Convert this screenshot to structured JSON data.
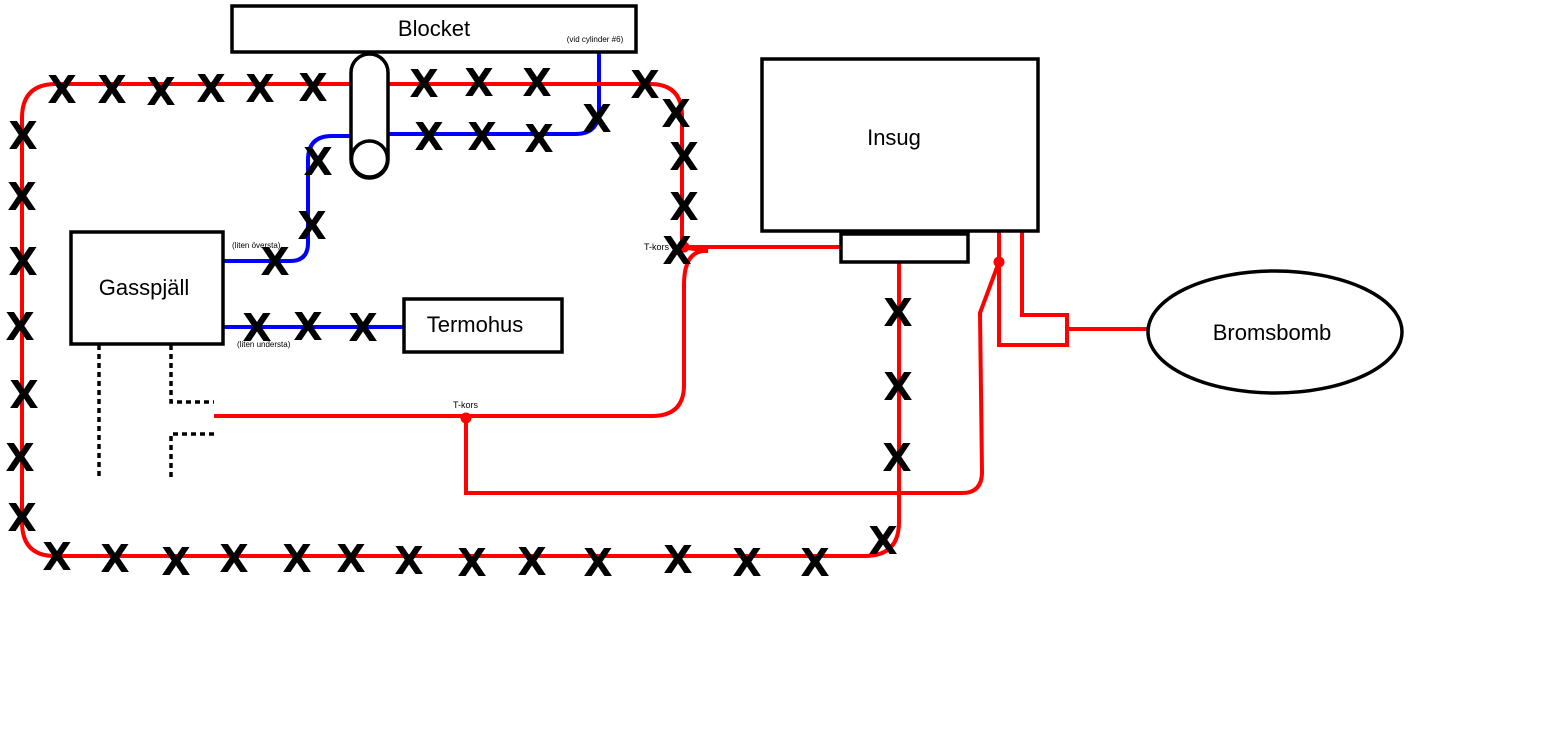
{
  "components": {
    "blocket": "Blocket",
    "blocket_note": "(vid cylinder #6)",
    "insug": "Insug",
    "gasspjall": "Gasspjäll",
    "termohus": "Termohus",
    "bromsbomb": "Bromsbomb"
  },
  "labels": {
    "liten_oversta": "(liten översta)",
    "liten_understa": "(liten understa)",
    "t_kors_upper": "T-kors",
    "t_kors_lower": "T-kors"
  },
  "x_mark": "X",
  "colors": {
    "vacuum_hose": "#ff0000",
    "coolant_hose": "#0000ff",
    "outline": "#000000",
    "background": "#ffffff"
  }
}
